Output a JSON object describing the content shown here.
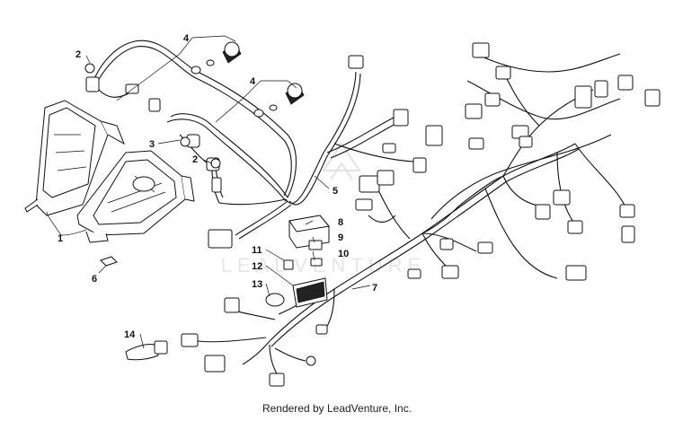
{
  "callouts": [
    "1",
    "2",
    "2",
    "3",
    "4",
    "4",
    "5",
    "6",
    "7",
    "8",
    "9",
    "10",
    "11",
    "12",
    "13",
    "14"
  ],
  "credit": "Rendered by LeadVenture, Inc.",
  "watermark": {
    "text": "LEADVENTURE",
    "color": "#e2e2e2"
  },
  "colors": {
    "line": "#111111",
    "background": "#ffffff"
  }
}
